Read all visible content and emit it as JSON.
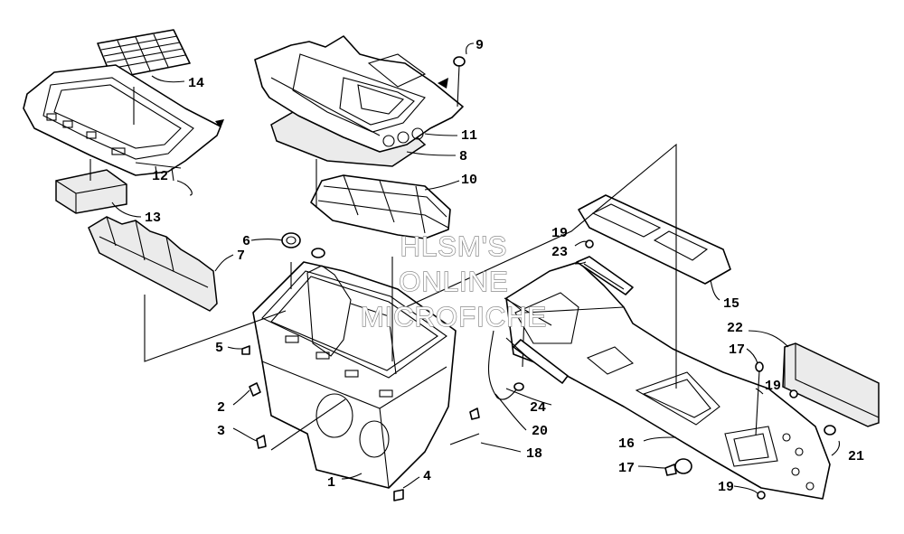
{
  "diagram": {
    "callouts": {
      "c1": "1",
      "c2": "2",
      "c3": "3",
      "c4": "4",
      "c5": "5",
      "c6": "6",
      "c7": "7",
      "c8": "8",
      "c9": "9",
      "c10": "10",
      "c11": "11",
      "c12": "12",
      "c13": "13",
      "c14": "14",
      "c15": "15",
      "c16": "16",
      "c17a": "17",
      "c17b": "17",
      "c18": "18",
      "c19a": "19",
      "c19b": "19",
      "c19c": "19",
      "c20": "20",
      "c21": "21",
      "c22": "22",
      "c23": "23",
      "c24": "24"
    },
    "watermark": {
      "line1": "HLSM'S",
      "line2": "ONLINE",
      "line3": "MICROFICHE"
    }
  }
}
